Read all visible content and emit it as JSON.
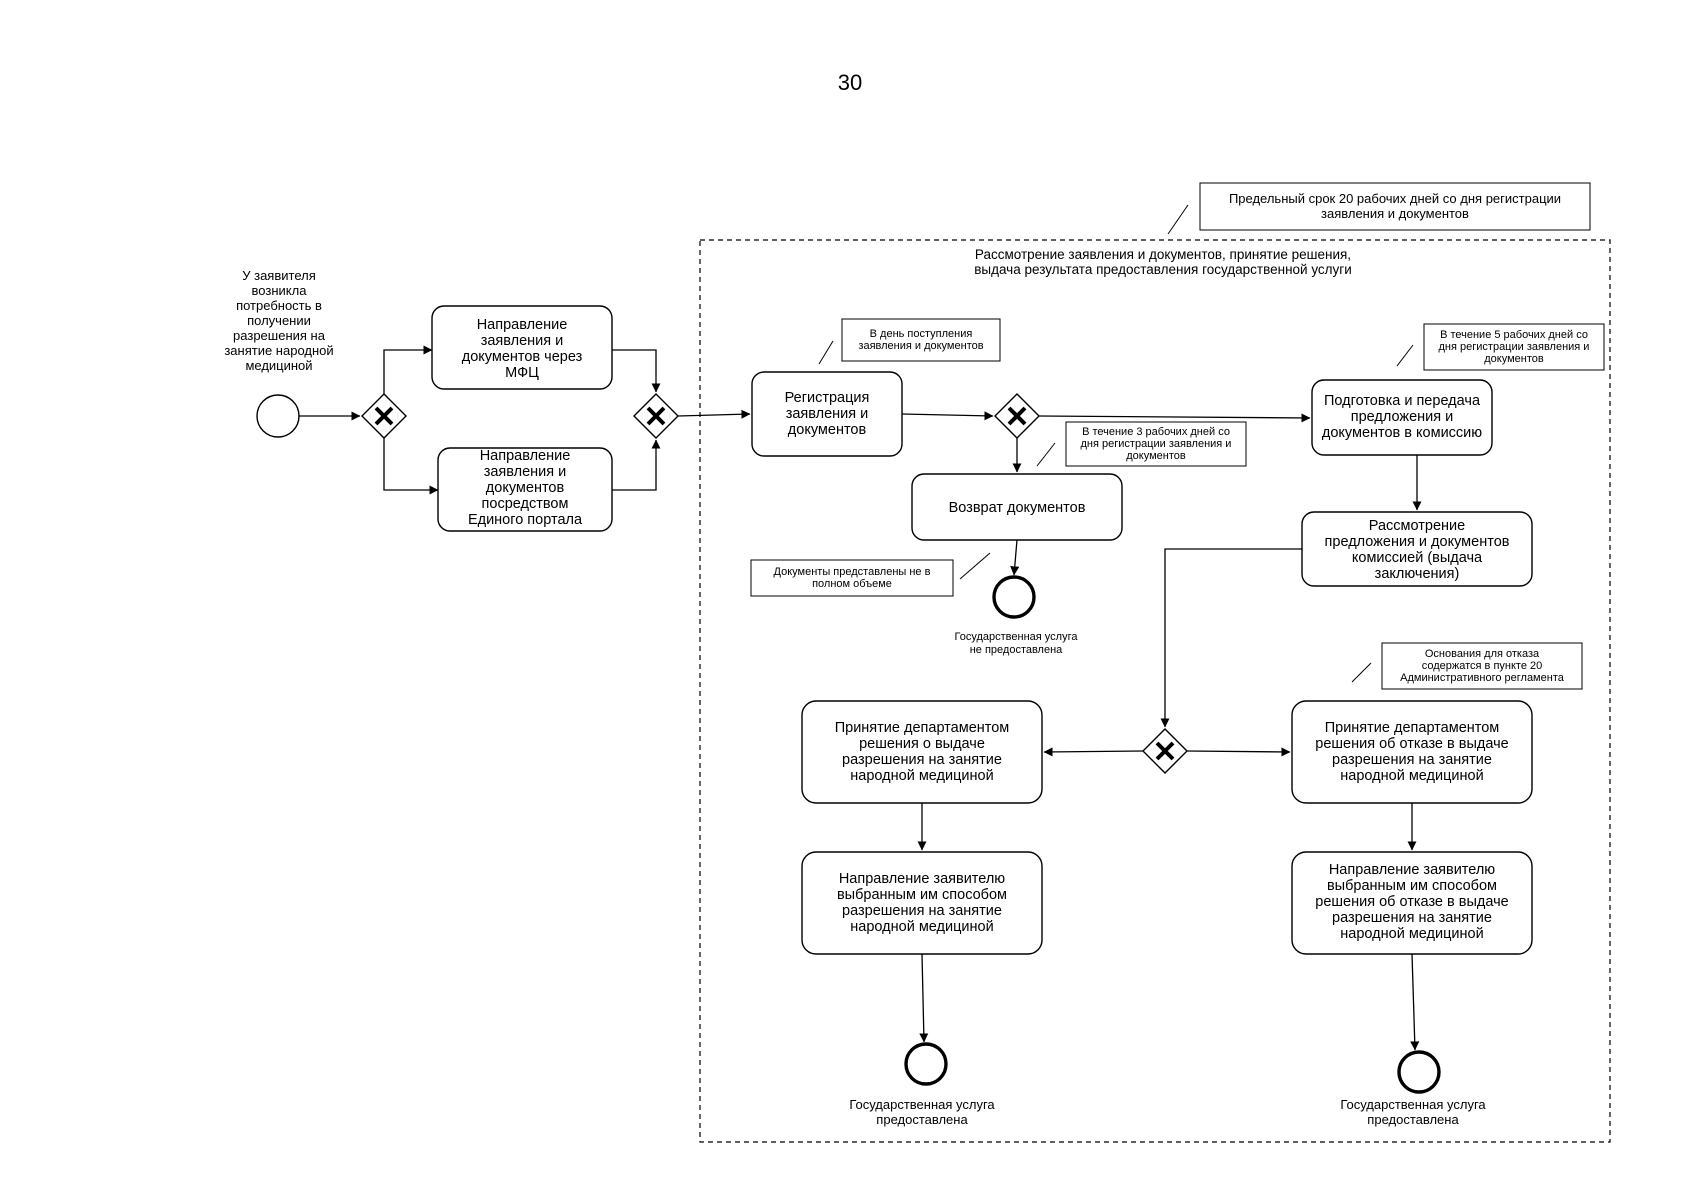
{
  "page_number": "30",
  "pool": {
    "title": [
      "Рассмотрение заявления и документов, принятие решения,",
      "выдача результата предоставления государственной услуги"
    ],
    "deadline_note": [
      "Предельный срок 20 рабочих дней со дня регистрации",
      "заявления и документов"
    ]
  },
  "start": {
    "label": [
      "У заявителя",
      "возникла",
      "потребность в",
      "получении",
      "разрешения на",
      "занятие народной",
      "медициной"
    ]
  },
  "tasks": {
    "mfc": [
      "Направление",
      "заявления и",
      "документов через",
      "МФЦ"
    ],
    "portal": [
      "Направление",
      "заявления и",
      "документов",
      "посредством",
      "Единого портала"
    ],
    "registration": [
      "Регистрация",
      "заявления и",
      "документов"
    ],
    "return_docs": [
      "Возврат документов"
    ],
    "prepare": [
      "Подготовка и передача",
      "предложения и",
      "документов в комиссию"
    ],
    "review": [
      "Рассмотрение",
      "предложения и документов",
      "комиссией (выдача",
      "заключения)"
    ],
    "approve": [
      "Принятие департаментом",
      "решения о выдаче",
      "разрешения на занятие",
      "народной медициной"
    ],
    "send_approve": [
      "Направление заявителю",
      "выбранным им способом",
      "разрешения на занятие",
      "народной медициной"
    ],
    "refuse": [
      "Принятие департаментом",
      "решения об отказе в выдаче",
      "разрешения на занятие",
      "народной медициной"
    ],
    "send_refuse": [
      "Направление заявителю",
      "выбранным им способом",
      "решения об отказе в выдаче",
      "разрешения на занятие",
      "народной медициной"
    ]
  },
  "notes": {
    "same_day": [
      "В день поступления",
      "заявления и документов"
    ],
    "three_days": [
      "В течение 3 рабочих дней со",
      "дня регистрации заявления и",
      "документов"
    ],
    "five_days": [
      "В течение 5 рабочих дней со",
      "дня регистрации заявления и",
      "документов"
    ],
    "incomplete": [
      "Документы представлены не в",
      "полном объеме"
    ],
    "refusal_grounds": [
      "Основания для отказа",
      "содержатся в пункте 20",
      "Административного регламента"
    ]
  },
  "end_events": {
    "not_provided": [
      "Государственная услуга",
      "не предоставлена"
    ],
    "provided_left": [
      "Государственная услуга",
      "предоставлена"
    ],
    "provided_right": [
      "Государственная услуга",
      "предоставлена"
    ]
  }
}
